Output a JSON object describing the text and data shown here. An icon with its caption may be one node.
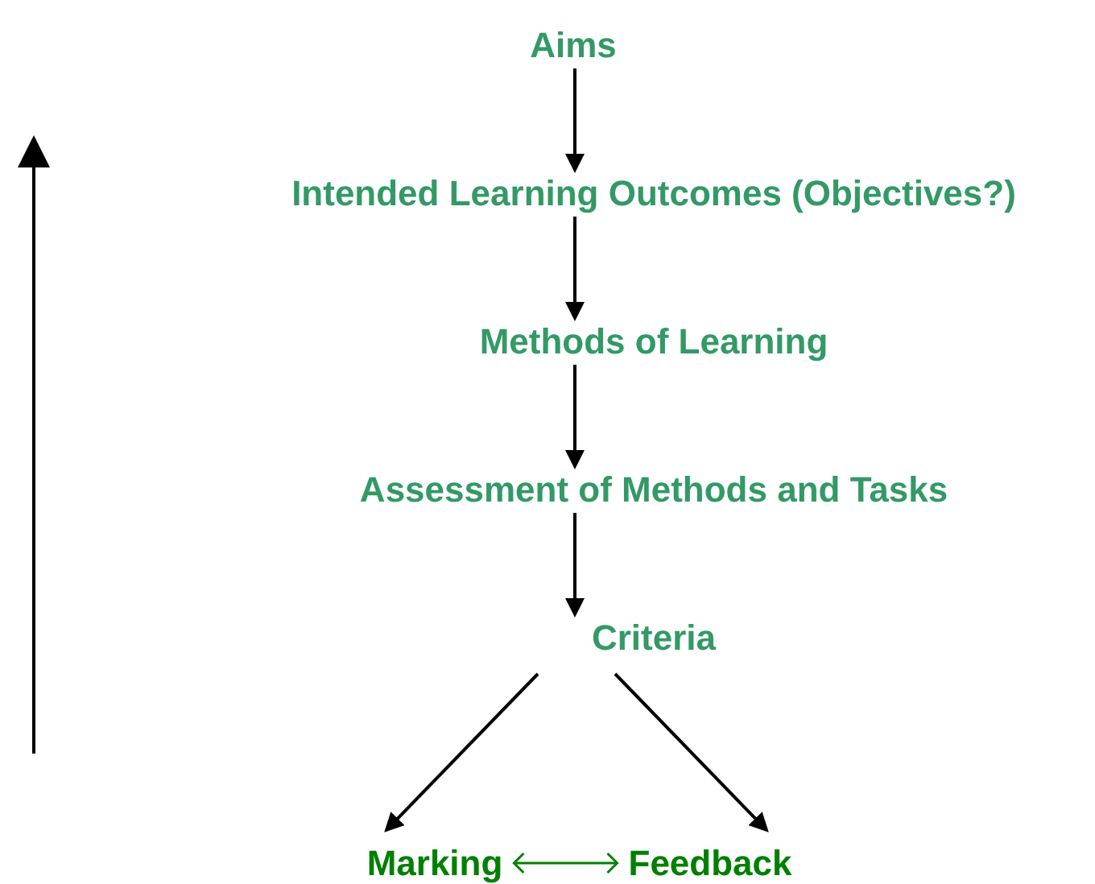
{
  "diagram": {
    "nodes": [
      {
        "text": [
          "Aims"
        ]
      },
      {
        "text": [
          "Intended Learning Outcomes (Objectives?)"
        ]
      },
      {
        "text": [
          "Methods of Learning"
        ]
      },
      {
        "text": [
          "Assessment of Methods and Tasks"
        ]
      },
      {
        "text": [
          "Criteria"
        ]
      },
      {
        "text": [
          "Marking"
        ]
      },
      {
        "text": [
          "Feedback"
        ]
      }
    ],
    "edges": [
      {
        "from": 0,
        "to": 1,
        "arrow": "to"
      },
      {
        "from": 1,
        "to": 2,
        "arrow": "to"
      },
      {
        "from": 2,
        "to": 3,
        "arrow": "to"
      },
      {
        "from": 3,
        "to": 4,
        "arrow": "to"
      },
      {
        "from": 4,
        "to": 5,
        "arrow": "to"
      },
      {
        "from": 4,
        "to": 6,
        "arrow": "to"
      },
      {
        "from": 5,
        "to": 6,
        "arrow": "both",
        "color": "#008000"
      }
    ]
  }
}
